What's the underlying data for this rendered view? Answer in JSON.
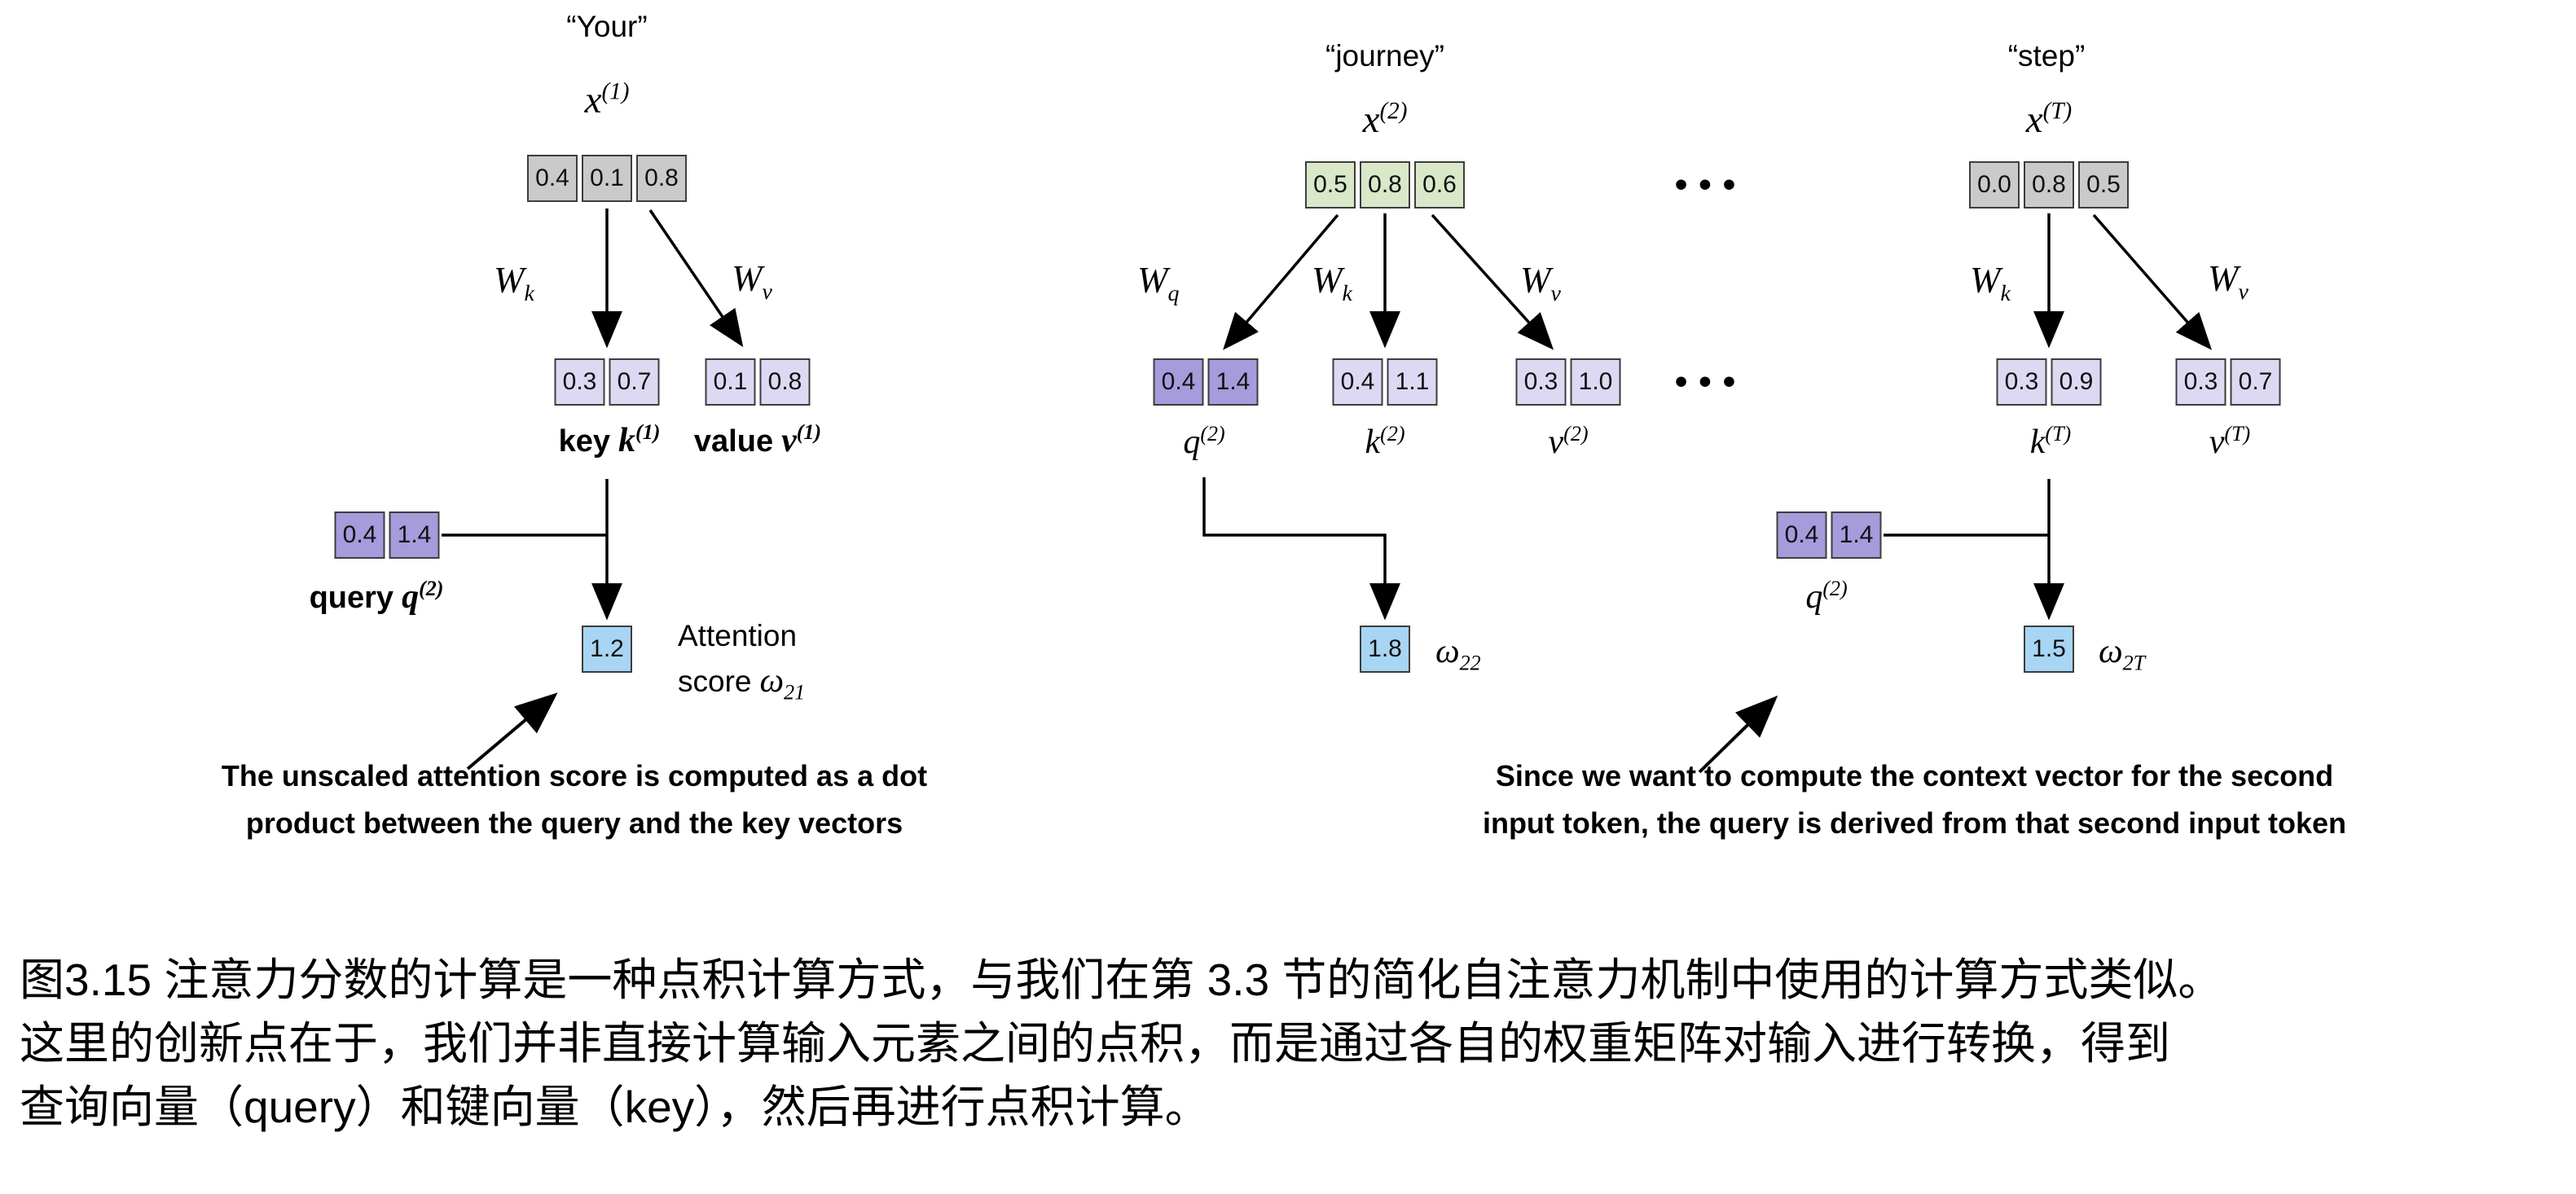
{
  "colors": {
    "gray_box": "#cacaca",
    "green_box": "#d9e8c9",
    "lavender_box": "#ded9f3",
    "purple_box": "#a49cdb",
    "blue_box": "#a7d5f3"
  },
  "dots": "•••",
  "tokens": {
    "t1": {
      "word": "“Your”",
      "x": {
        "base": "x",
        "sup": "(1)"
      },
      "xv": [
        "0.4",
        "0.1",
        "0.8"
      ],
      "wk": {
        "base": "W",
        "sub": "k"
      },
      "wv": {
        "base": "W",
        "sub": "v"
      },
      "key": {
        "word": "key",
        "base": "k",
        "sup": "(1)",
        "vals": [
          "0.3",
          "0.7"
        ]
      },
      "value": {
        "word": "value",
        "base": "v",
        "sup": "(1)",
        "vals": [
          "0.1",
          "0.8"
        ]
      },
      "query": {
        "word": "query",
        "base": "q",
        "sup": "(2)",
        "vals": [
          "0.4",
          "1.4"
        ]
      },
      "score": {
        "val": "1.2",
        "label1": "Attention",
        "label2": "score",
        "omega": {
          "base": "ω",
          "sub": "21"
        }
      }
    },
    "t2": {
      "word": "“journey”",
      "x": {
        "base": "x",
        "sup": "(2)"
      },
      "xv": [
        "0.5",
        "0.8",
        "0.6"
      ],
      "wq": {
        "base": "W",
        "sub": "q"
      },
      "wk": {
        "base": "W",
        "sub": "k"
      },
      "wv": {
        "base": "W",
        "sub": "v"
      },
      "q": {
        "base": "q",
        "sup": "(2)",
        "vals": [
          "0.4",
          "1.4"
        ]
      },
      "k": {
        "base": "k",
        "sup": "(2)",
        "vals": [
          "0.4",
          "1.1"
        ]
      },
      "v": {
        "base": "v",
        "sup": "(2)",
        "vals": [
          "0.3",
          "1.0"
        ]
      },
      "score": {
        "val": "1.8",
        "omega": {
          "base": "ω",
          "sub": "22"
        }
      }
    },
    "t3": {
      "word": "“step”",
      "x": {
        "base": "x",
        "sup": "(T)"
      },
      "xv": [
        "0.0",
        "0.8",
        "0.5"
      ],
      "wk": {
        "base": "W",
        "sub": "k"
      },
      "wv": {
        "base": "W",
        "sub": "v"
      },
      "k": {
        "base": "k",
        "sup": "(T)",
        "vals": [
          "0.3",
          "0.9"
        ]
      },
      "v": {
        "base": "v",
        "sup": "(T)",
        "vals": [
          "0.3",
          "0.7"
        ]
      },
      "q": {
        "base": "q",
        "sup": "(2)",
        "vals": [
          "0.4",
          "1.4"
        ]
      },
      "score": {
        "val": "1.5",
        "omega": {
          "base": "ω",
          "sub": "2T"
        }
      }
    }
  },
  "annotations": {
    "left": {
      "line1": "The unscaled attention score is computed as a dot",
      "line2": "product between the query and the key vectors"
    },
    "right": {
      "line1": "Since we want to compute the context vector for the second",
      "line2": "input token, the query is derived from that second input token"
    }
  },
  "caption": {
    "line1": "图3.15 注意力分数的计算是一种点积计算方式，与我们在第 3.3 节的简化自注意力机制中使用的计算方式类似。",
    "line2": "这里的创新点在于，我们并非直接计算输入元素之间的点积，而是通过各自的权重矩阵对输入进行转换，得到",
    "line3": "查询向量（query）和键向量（key），然后再进行点积计算。"
  }
}
